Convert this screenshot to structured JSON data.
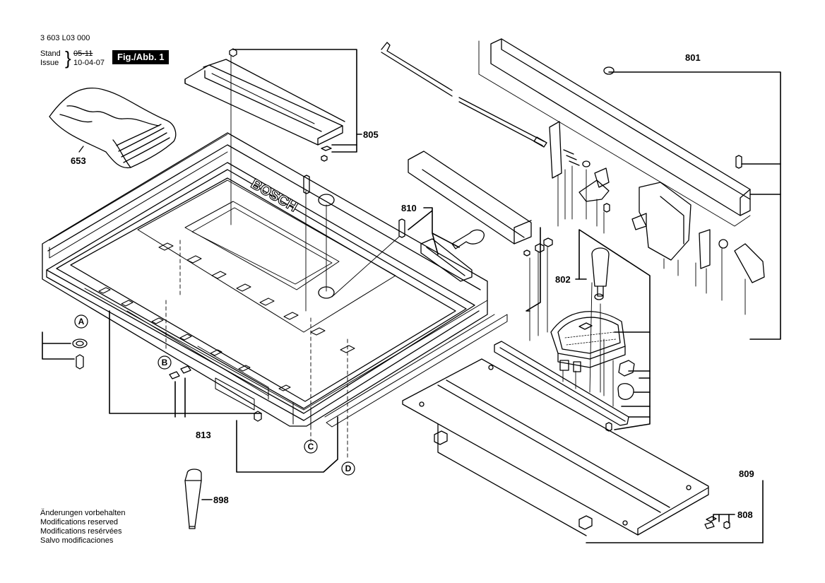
{
  "header": {
    "drawing_number": "3 603 L03 000",
    "stand_label": "Stand",
    "issue_label": "Issue",
    "stand_date": "05-11",
    "issue_date": "10-04-07",
    "fig_label": "Fig./Abb. 1"
  },
  "notes": [
    "Änderungen vorbehalten",
    "Modifications reserved",
    "Modifications resérvées",
    "Salvo modificaciones"
  ],
  "parts": {
    "p653": "653",
    "p805": "805",
    "p801": "801",
    "p810": "810",
    "p802": "802",
    "p813": "813",
    "p898": "898",
    "p809": "809",
    "p808": "808"
  },
  "markers": {
    "a": "A",
    "b": "B",
    "c": "C",
    "d": "D"
  },
  "table_logo": "BOSCH",
  "colors": {
    "ink": "#000000",
    "paper": "#ffffff"
  }
}
